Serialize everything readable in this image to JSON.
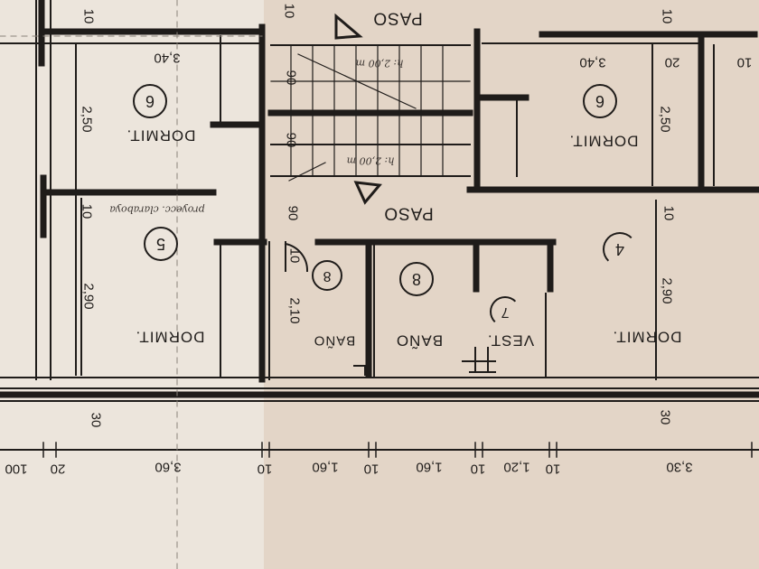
{
  "rooms": {
    "dormit": "DORMIT.",
    "bano": "BAÑO",
    "vest": "VEST.",
    "paso": "PASO"
  },
  "room_numbers": {
    "n6": "6",
    "n5": "5",
    "n4": "4",
    "n8": "8",
    "n7": "7"
  },
  "dimensions": {
    "d340": "3,40",
    "d250": "2,50",
    "d290": "2,90",
    "d210": "2,10",
    "d10": "10",
    "d20": "20",
    "d30": "30",
    "d90": "90",
    "d100": "100",
    "d360": "3,60",
    "d160": "1,60",
    "d120": "1,20",
    "d330": "3,30"
  },
  "handwritten": {
    "stair_note": "h: 2,00 m",
    "right_note": "proyecc. claraboya"
  },
  "colors": {
    "paper_left": "#ece5dc",
    "paper_right": "#e3d5c7",
    "ink": "#1f1c1a"
  }
}
